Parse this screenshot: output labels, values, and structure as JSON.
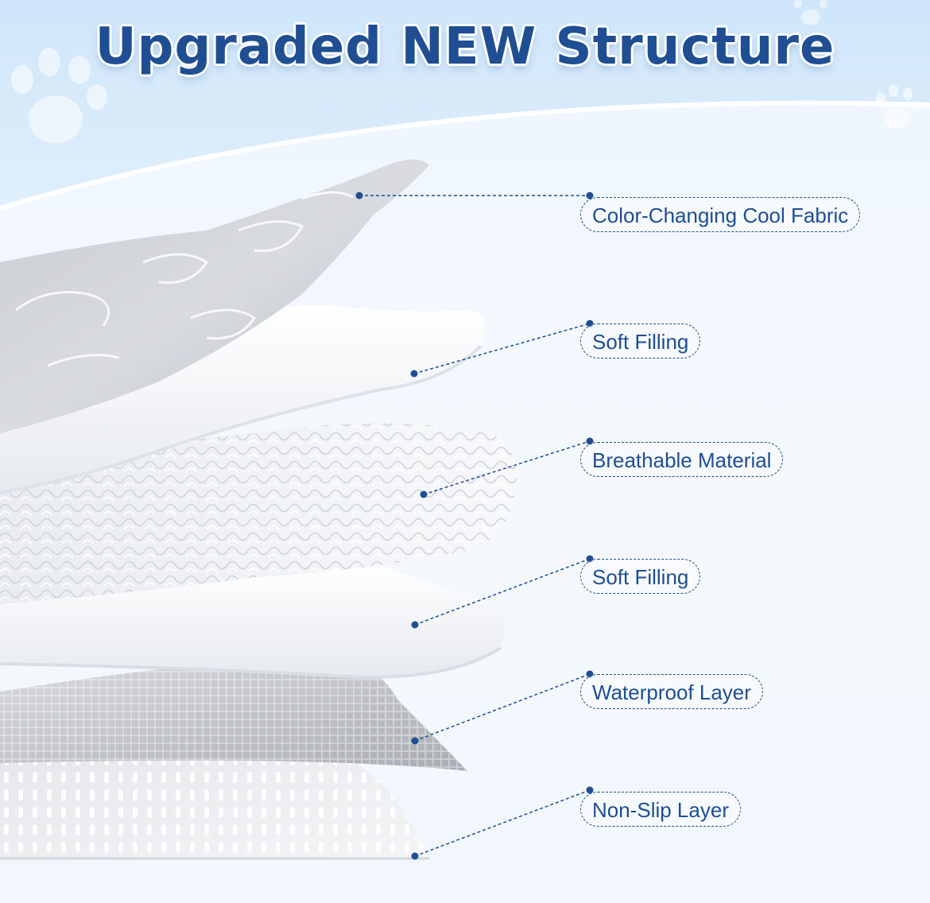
{
  "title": "Upgraded NEW Structure",
  "colors": {
    "accent": "#1f4e92",
    "background": "#d6e9f8",
    "layer": "#ffffff"
  },
  "icons": [
    "paw-print-icon"
  ],
  "layers": [
    {
      "label": "Color-Changing Cool Fabric"
    },
    {
      "label": "Soft Filling"
    },
    {
      "label": "Breathable Material"
    },
    {
      "label": "Soft Filling"
    },
    {
      "label": "Waterproof Layer"
    },
    {
      "label": "Non-Slip Layer"
    }
  ]
}
